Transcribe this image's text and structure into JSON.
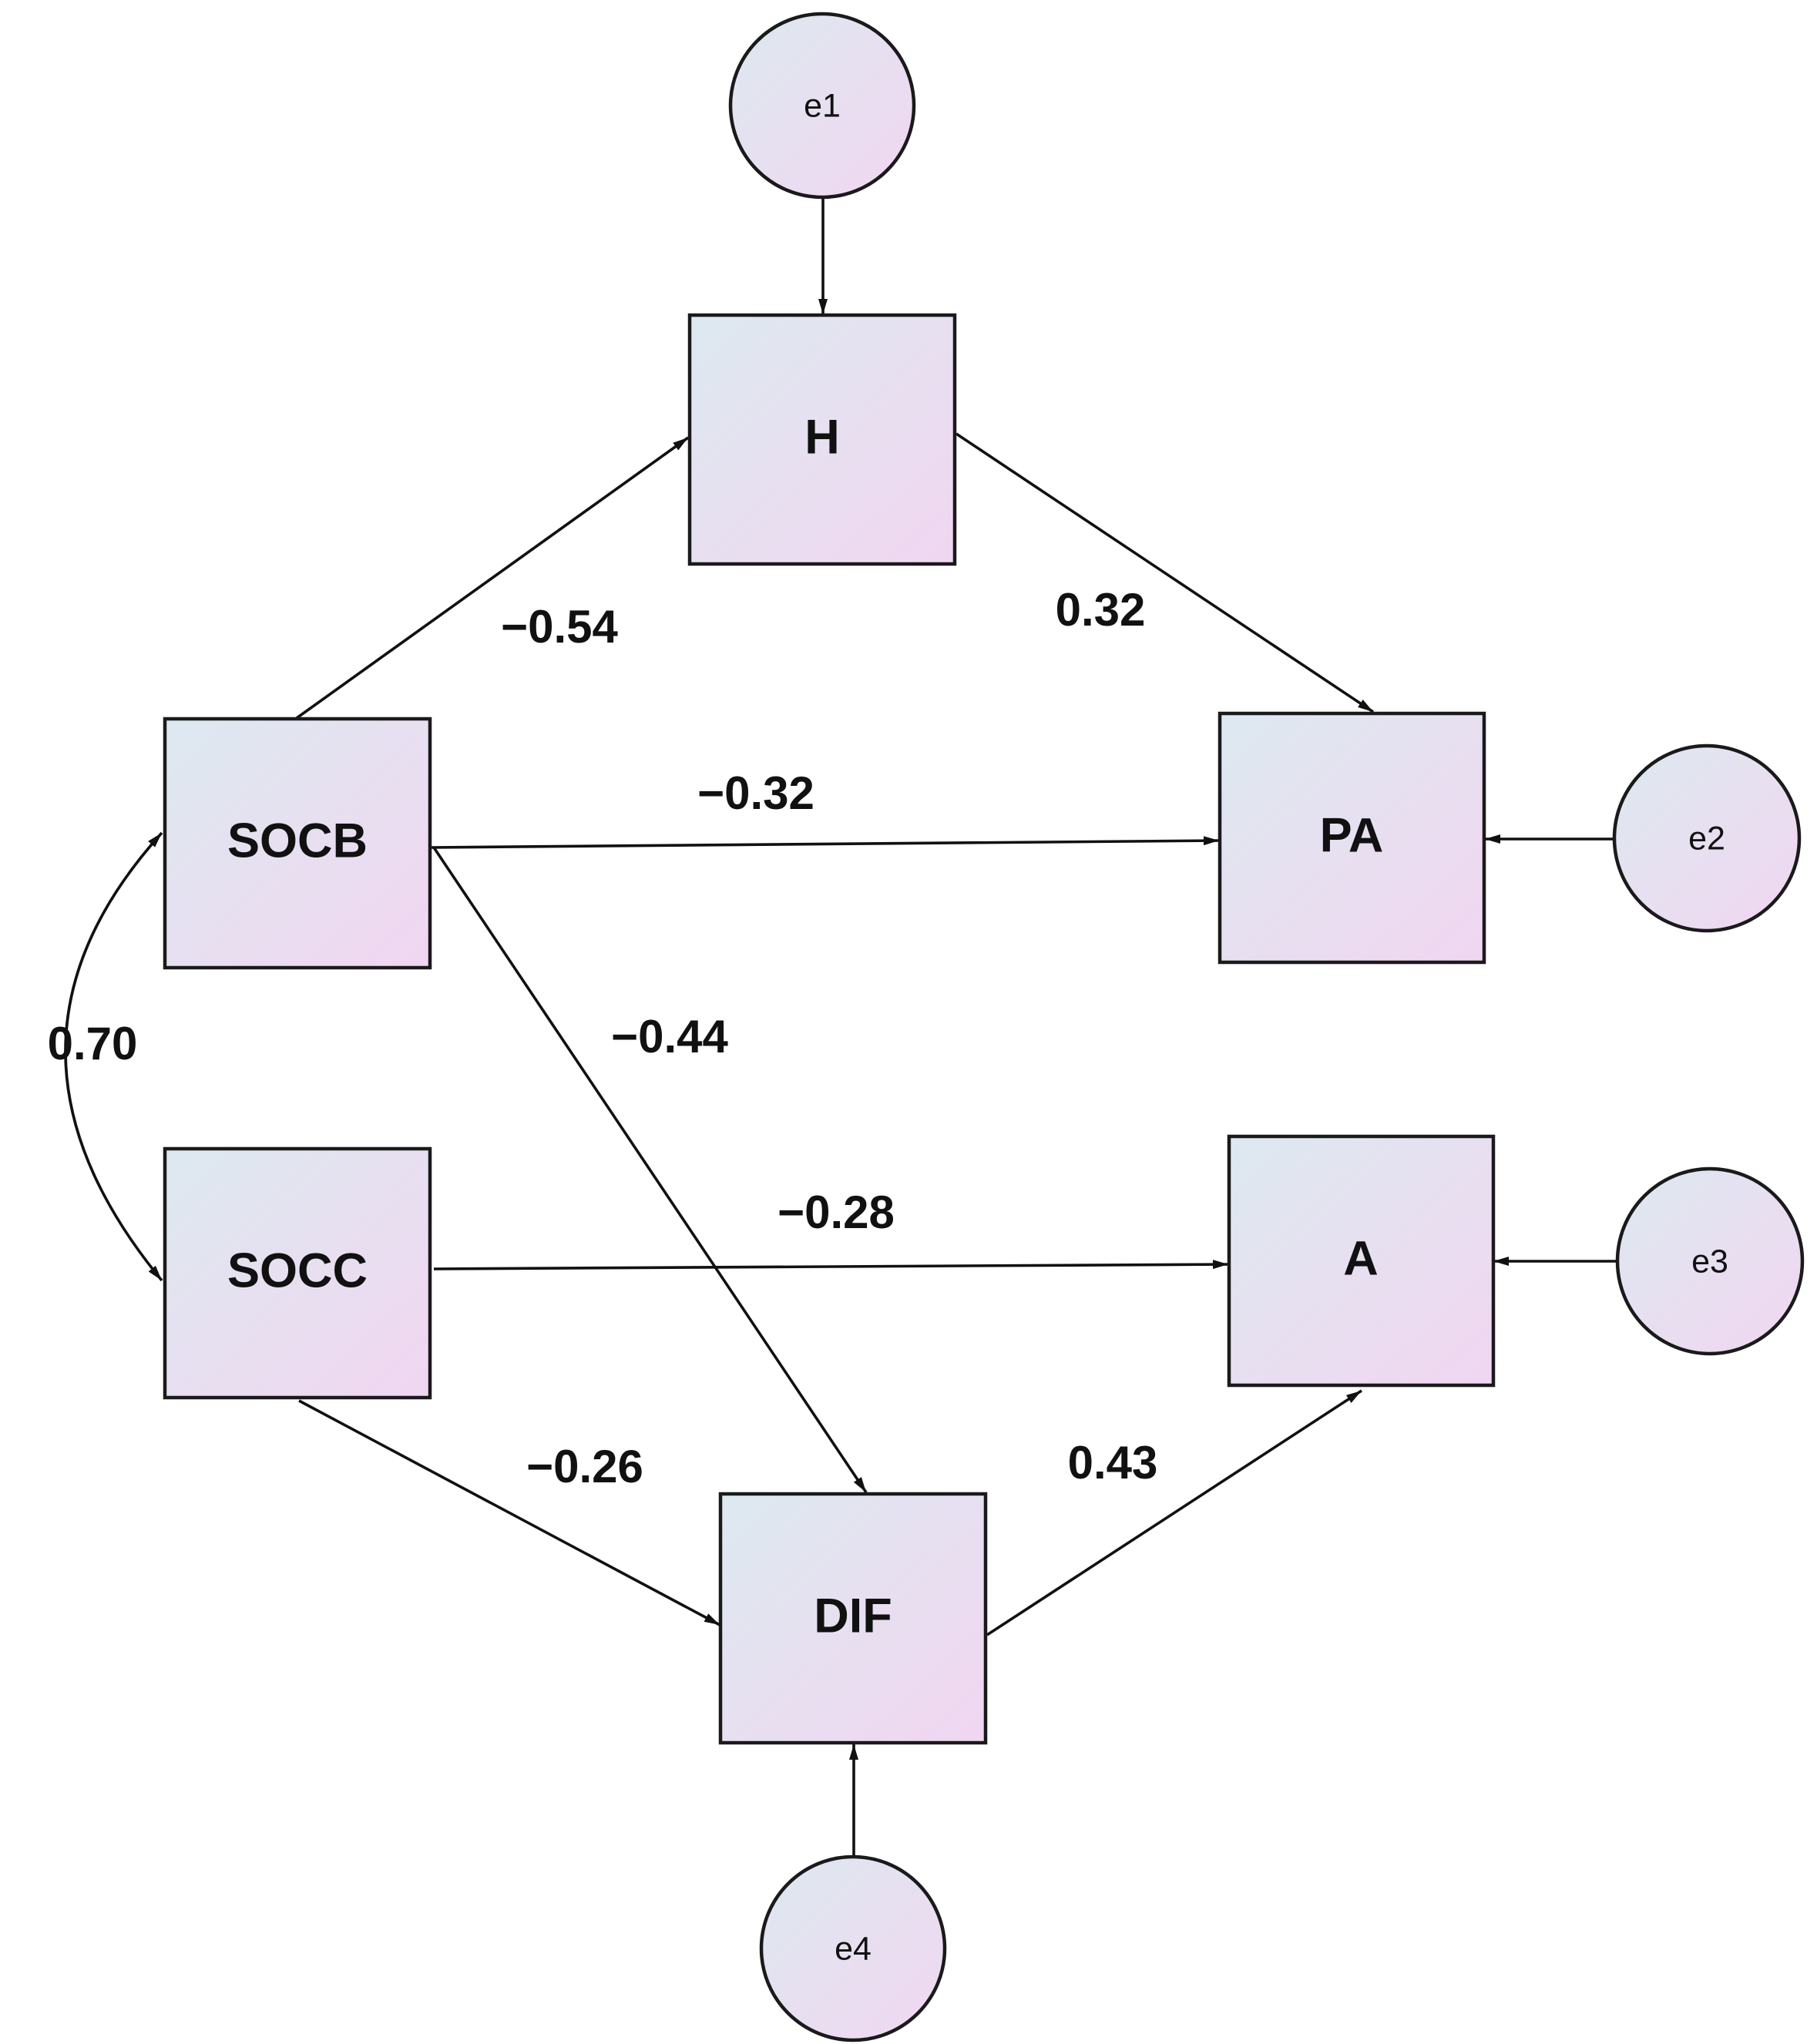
{
  "colors": {
    "fill_start": "#dde9f0",
    "fill_end": "#f1d6f1",
    "stroke": "#1a1a1a",
    "text": "#111111"
  },
  "nodes": {
    "h": "H",
    "pa": "PA",
    "socb": "SOCB",
    "socc": "SOCC",
    "a": "A",
    "dif": "DIF"
  },
  "errors": {
    "e1": "e1",
    "e2": "e2",
    "e3": "e3",
    "e4": "e4"
  },
  "paths": {
    "socb_h": "−0.54",
    "h_pa": "0.32",
    "socb_pa": "−0.32",
    "socb_dif": "−0.44",
    "socc_a": "−0.28",
    "socc_dif": "−0.26",
    "dif_a": "0.43",
    "socb_socc": "0.70"
  }
}
